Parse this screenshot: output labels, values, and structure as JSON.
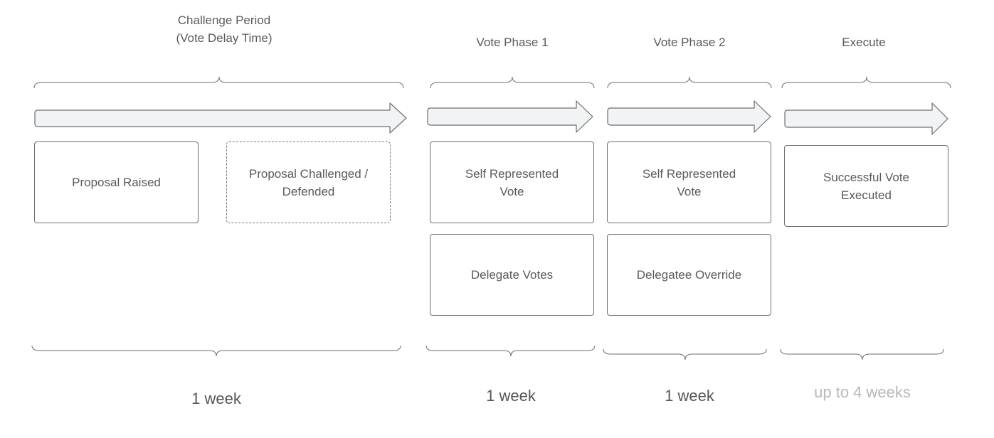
{
  "phases": [
    {
      "title": "Challenge Period\n(Vote Delay Time)",
      "duration": "1 week"
    },
    {
      "title": "Vote Phase 1",
      "duration": "1 week"
    },
    {
      "title": "Vote Phase 2",
      "duration": "1 week"
    },
    {
      "title": "Execute",
      "duration": "up to 4 weeks"
    }
  ],
  "boxes": {
    "proposal_raised": "Proposal Raised",
    "proposal_challenged": "Proposal Challenged /\nDefended",
    "p1_self_vote": "Self Represented\nVote",
    "p1_delegate_votes": "Delegate Votes",
    "p2_self_vote": "Self Represented\nVote",
    "p2_delegatee_override": "Delegatee Override",
    "execute_vote": "Successful Vote\nExecuted"
  },
  "colors": {
    "line": "#6e6e6e",
    "arrow_fill": "#f2f3f4",
    "text": "#5a5a5a",
    "muted_text": "#b8b8b8"
  },
  "icons": [
    "curly-brace-top",
    "curly-brace-bottom",
    "timeline-arrow"
  ]
}
